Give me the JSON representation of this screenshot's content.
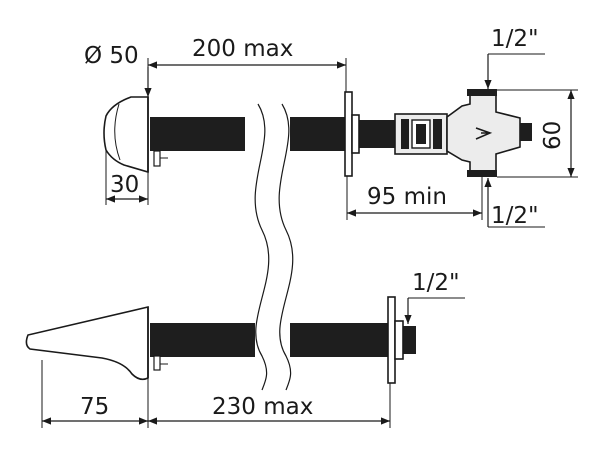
{
  "dimensions": {
    "top_diameter": "Ø 50",
    "top_length": "200 max",
    "top_spout_depth": "30",
    "valve_thread_top": "1/2\"",
    "valve_height": "60",
    "valve_min_length": "95 min",
    "valve_thread_bottom": "1/2\"",
    "bottom_thread": "1/2\"",
    "bottom_spout_length": "75",
    "bottom_length": "230 max"
  },
  "colors": {
    "line": "#1a1a1a",
    "pipe": "#1e1e1e",
    "valve_fill": "#ececec",
    "background": "#ffffff"
  }
}
